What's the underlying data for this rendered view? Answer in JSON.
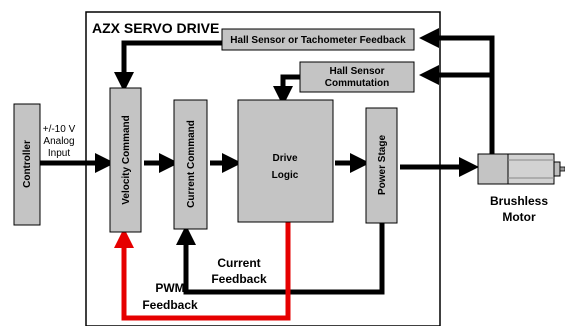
{
  "diagram": {
    "frame_title": "AZX SERVO DRIVE",
    "blocks": {
      "controller": "Controller",
      "velocity_command": "Velocity Command",
      "current_command": "Current Command",
      "drive_logic_line1": "Drive",
      "drive_logic_line2": "Logic",
      "power_stage": "Power Stage",
      "hall_tach_feedback": "Hall Sensor or Tachometer Feedback",
      "hall_commutation_line1": "Hall Sensor",
      "hall_commutation_line2": "Commutation"
    },
    "input_label": [
      "+/-10 V",
      "Analog",
      "Input"
    ],
    "current_feedback": [
      "Current",
      "Feedback"
    ],
    "pwm_feedback": [
      "PWM",
      "Feedback"
    ],
    "motor_label": [
      "Brushless",
      "Motor"
    ],
    "colors": {
      "block_fill": "#c4c4c4",
      "block_border": "#000000",
      "pwm_line": "#e60000",
      "line": "#000000"
    }
  }
}
